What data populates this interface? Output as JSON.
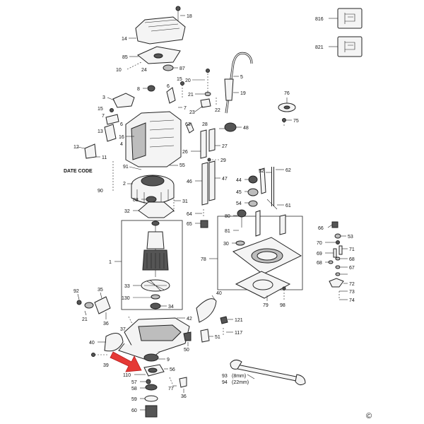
{
  "diagram": {
    "date_code_label": "DATE CODE",
    "wrench_sizes": [
      "(8mm)",
      "(22mm)"
    ],
    "copyright": "©",
    "callouts": [
      {
        "id": "c18",
        "text": "18"
      },
      {
        "id": "c14",
        "text": "14"
      },
      {
        "id": "c85",
        "text": "85"
      },
      {
        "id": "c87",
        "text": "87"
      },
      {
        "id": "c10",
        "text": "10"
      },
      {
        "id": "c24",
        "text": "24"
      },
      {
        "id": "c8",
        "text": "8"
      },
      {
        "id": "c15a",
        "text": "15"
      },
      {
        "id": "c6a",
        "text": "6"
      },
      {
        "id": "c3",
        "text": "3"
      },
      {
        "id": "c15b",
        "text": "15"
      },
      {
        "id": "c7a",
        "text": "7"
      },
      {
        "id": "c7b",
        "text": "7"
      },
      {
        "id": "c6b",
        "text": "6"
      },
      {
        "id": "c13",
        "text": "13"
      },
      {
        "id": "c4",
        "text": "4"
      },
      {
        "id": "c16",
        "text": "16"
      },
      {
        "id": "c12",
        "text": "12"
      },
      {
        "id": "c11",
        "text": "11"
      },
      {
        "id": "c90",
        "text": "90"
      },
      {
        "id": "c91",
        "text": "91"
      },
      {
        "id": "c2",
        "text": "2"
      },
      {
        "id": "c55",
        "text": "55"
      },
      {
        "id": "c88",
        "text": "88"
      },
      {
        "id": "c31",
        "text": "31"
      },
      {
        "id": "c32",
        "text": "32"
      },
      {
        "id": "c20",
        "text": "20"
      },
      {
        "id": "c21a",
        "text": "21"
      },
      {
        "id": "c19",
        "text": "19"
      },
      {
        "id": "c5",
        "text": "5"
      },
      {
        "id": "c22",
        "text": "22"
      },
      {
        "id": "c23",
        "text": "23"
      },
      {
        "id": "c63",
        "text": "63"
      },
      {
        "id": "c28",
        "text": "28"
      },
      {
        "id": "c48",
        "text": "48"
      },
      {
        "id": "c26",
        "text": "26"
      },
      {
        "id": "c27",
        "text": "27"
      },
      {
        "id": "c29",
        "text": "29"
      },
      {
        "id": "c46",
        "text": "46"
      },
      {
        "id": "c47",
        "text": "47"
      },
      {
        "id": "c64",
        "text": "64"
      },
      {
        "id": "c65",
        "text": "65"
      },
      {
        "id": "c44",
        "text": "44"
      },
      {
        "id": "c45",
        "text": "45"
      },
      {
        "id": "c52",
        "text": "52"
      },
      {
        "id": "c54",
        "text": "54"
      },
      {
        "id": "c62",
        "text": "62"
      },
      {
        "id": "c61",
        "text": "61"
      },
      {
        "id": "c76",
        "text": "76"
      },
      {
        "id": "c75",
        "text": "75"
      },
      {
        "id": "c816",
        "text": "816"
      },
      {
        "id": "c821",
        "text": "821"
      },
      {
        "id": "c1",
        "text": "1"
      },
      {
        "id": "c33",
        "text": "33"
      },
      {
        "id": "c130",
        "text": "130"
      },
      {
        "id": "c34",
        "text": "34"
      },
      {
        "id": "c80",
        "text": "80"
      },
      {
        "id": "c81",
        "text": "81"
      },
      {
        "id": "c30",
        "text": "30"
      },
      {
        "id": "c78",
        "text": "78"
      },
      {
        "id": "c79",
        "text": "79"
      },
      {
        "id": "c98",
        "text": "98"
      },
      {
        "id": "c66",
        "text": "66"
      },
      {
        "id": "c53",
        "text": "53"
      },
      {
        "id": "c70",
        "text": "70"
      },
      {
        "id": "c71",
        "text": "71"
      },
      {
        "id": "c69",
        "text": "69"
      },
      {
        "id": "c68a",
        "text": "68"
      },
      {
        "id": "c68b",
        "text": "68"
      },
      {
        "id": "c67",
        "text": "67"
      },
      {
        "id": "c72",
        "text": "72"
      },
      {
        "id": "c73",
        "text": "73"
      },
      {
        "id": "c74",
        "text": "74"
      },
      {
        "id": "c92",
        "text": "92"
      },
      {
        "id": "c35",
        "text": "35"
      },
      {
        "id": "c21b",
        "text": "21"
      },
      {
        "id": "c36",
        "text": "36"
      },
      {
        "id": "c37",
        "text": "37"
      },
      {
        "id": "c42",
        "text": "42"
      },
      {
        "id": "c40a",
        "text": "40"
      },
      {
        "id": "c121",
        "text": "121"
      },
      {
        "id": "c117",
        "text": "117"
      },
      {
        "id": "c51",
        "text": "51"
      },
      {
        "id": "c50",
        "text": "50"
      },
      {
        "id": "c40b",
        "text": "40"
      },
      {
        "id": "c39",
        "text": "39"
      },
      {
        "id": "c9",
        "text": "9"
      },
      {
        "id": "c56",
        "text": "56"
      },
      {
        "id": "c110",
        "text": "110"
      },
      {
        "id": "c57",
        "text": "57"
      },
      {
        "id": "c77",
        "text": "77"
      },
      {
        "id": "c58",
        "text": "58"
      },
      {
        "id": "c36b",
        "text": "36"
      },
      {
        "id": "c59",
        "text": "59"
      },
      {
        "id": "c60",
        "text": "60"
      },
      {
        "id": "c93",
        "text": "93"
      },
      {
        "id": "c94",
        "text": "94"
      }
    ]
  }
}
